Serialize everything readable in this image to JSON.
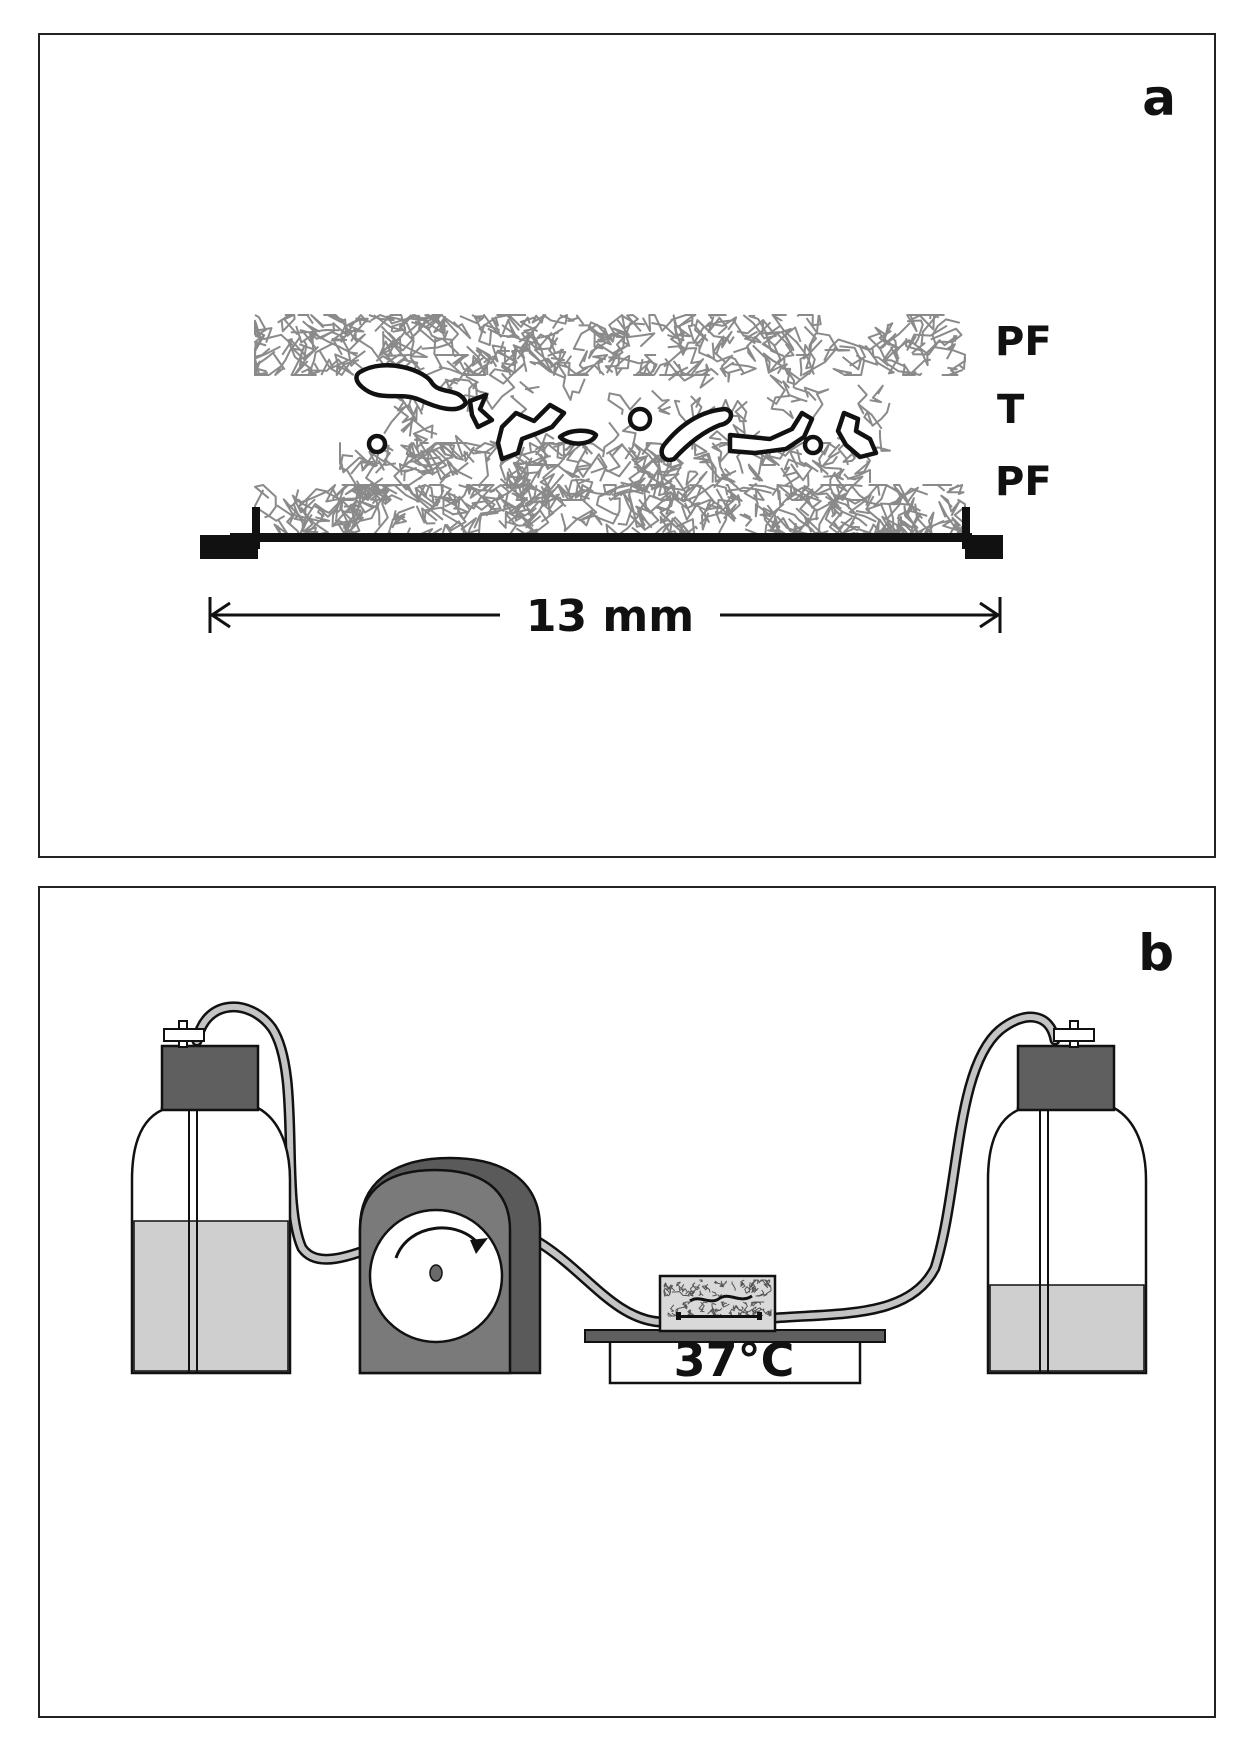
{
  "panel_a": {
    "letter": "a",
    "layers": {
      "top": "PF",
      "middle": "T",
      "bottom": "PF"
    },
    "dimension": "13 mm"
  },
  "panel_b": {
    "letter": "b",
    "temperature": "37°C"
  },
  "colors": {
    "fiber": "#8a8a8a",
    "outline": "#111111",
    "cap": "#5f5f5f",
    "pump": "#6a6a6a",
    "liquid": "#cfcfcf",
    "tube": "#bdbdbd"
  }
}
